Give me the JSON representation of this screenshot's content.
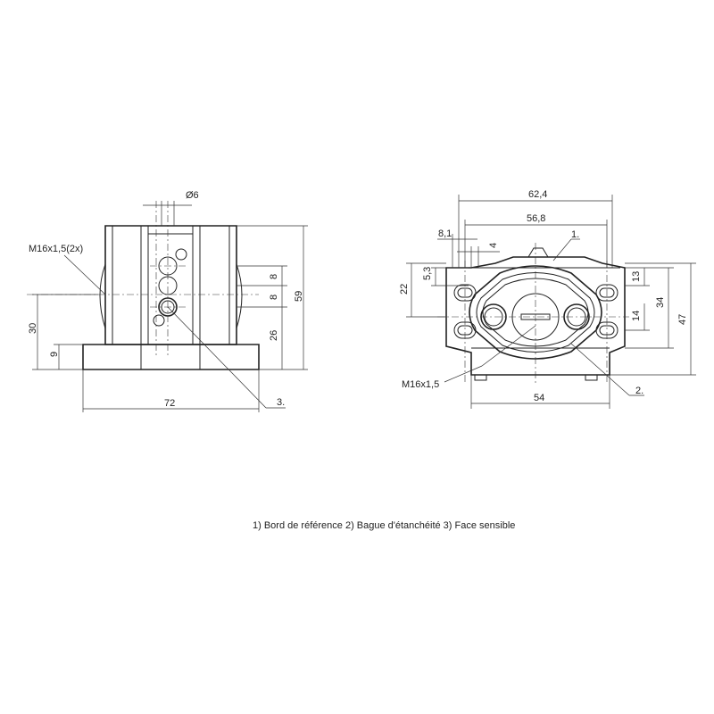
{
  "left_view": {
    "dims": {
      "diameter": "Ø6",
      "thread": "M16x1,5(2x)",
      "height_30": "30",
      "height_9": "9",
      "width_72": "72",
      "pitch_8a": "8",
      "pitch_8b": "8",
      "height_26": "26",
      "height_59": "59"
    },
    "callout_3": "3."
  },
  "right_view": {
    "dims": {
      "width_62_4": "62,4",
      "width_56_8": "56,8",
      "offset_8_1": "8,1",
      "offset_4": "4",
      "height_5_3": "5,3",
      "height_22": "22",
      "height_13": "13",
      "height_14": "14",
      "height_34": "34",
      "height_47": "47",
      "thread": "M16x1,5",
      "width_54": "54"
    },
    "callout_1": "1.",
    "callout_2": "2."
  },
  "caption": "1) Bord de référence  2) Bague d'étanchéité  3) Face sensible"
}
